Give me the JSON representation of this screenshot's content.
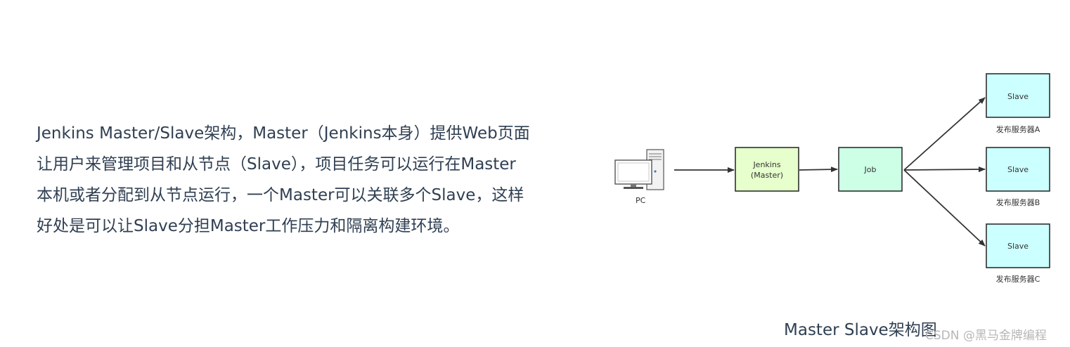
{
  "paragraph": {
    "lines": [
      "Jenkins Master/Slave架构，Master（Jenkins本身）提供Web页面",
      "让用户来管理项目和从节点（Slave），项目任务可以运行在Master",
      "本机或者分配到从节点运行，一个Master可以关联多个Slave，这样",
      "好处是可以让Slave分担Master工作压力和隔离构建环境。"
    ]
  },
  "diagram": {
    "pc_label": "PC",
    "jenkins_line1": "Jenkins",
    "jenkins_line2": "(Master)",
    "job_label": "Job",
    "slave_label": "Slave",
    "server_a": "发布服务器A",
    "server_b": "发布服务器B",
    "server_c": "发布服务器C",
    "colors": {
      "jenkins_fill": "#e6ffcc",
      "job_fill": "#ccffe6",
      "slave_fill": "#ccffff",
      "stroke": "#2f2f2f"
    }
  },
  "caption": "Master Slave架构图",
  "watermark": "CSDN @黑马金牌编程"
}
